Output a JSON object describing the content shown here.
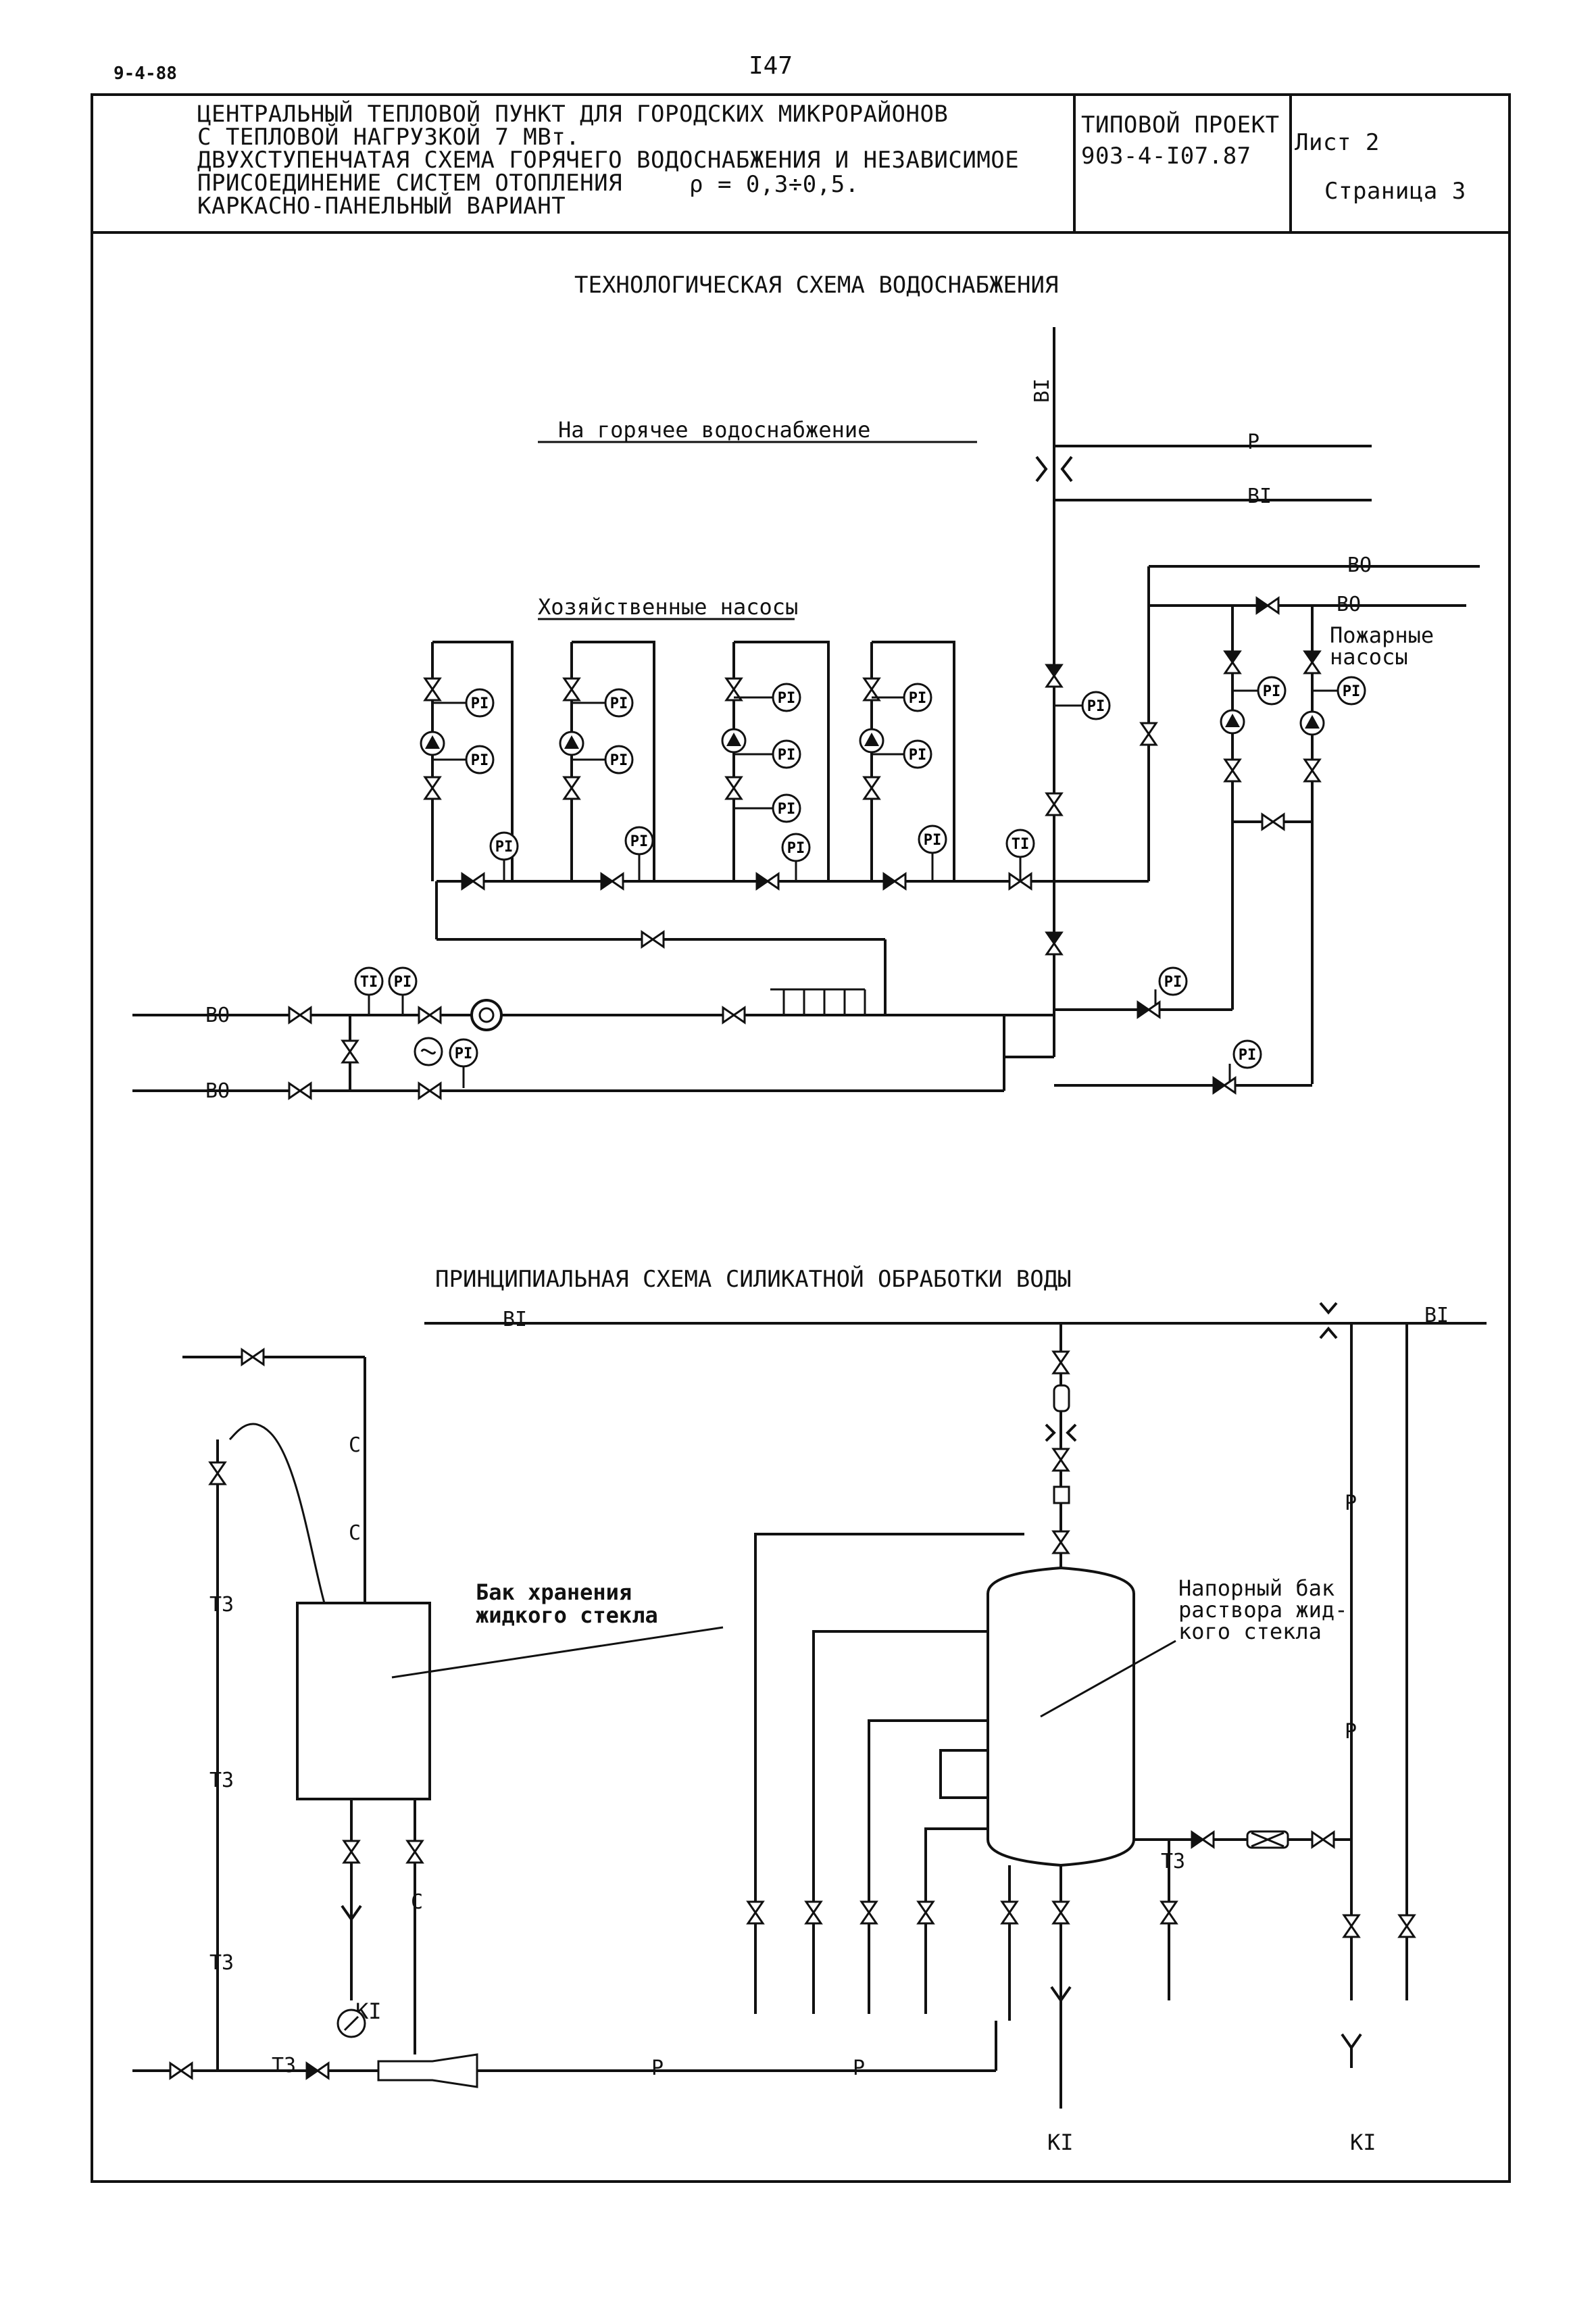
{
  "page": {
    "stamp": "9-4-88",
    "page_number": "I47"
  },
  "title_block": {
    "lines": [
      "ЦЕНТРАЛЬНЫЙ ТЕПЛОВОЙ ПУНКТ ДЛЯ ГОРОДСКИХ МИКРОРАЙОНОВ",
      "С ТЕПЛОВОЙ НАГРУЗКОЙ 7 МВт.",
      "ДВУХСТУПЕНЧАТАЯ СХЕМА ГОРЯЧЕГО ВОДОСНАБЖЕНИЯ И НЕЗАВИСИМОЕ",
      "ПРИСОЕДИНЕНИЕ СИСТЕМ ОТОПЛЕНИЯ",
      "КАРКАСНО-ПАНЕЛЬНЫЙ ВАРИАНТ"
    ],
    "rho_formula": "ρ = 0,3÷0,5.",
    "project_label": "ТИПОВОЙ ПРОЕКТ",
    "project_number": "903-4-I07.87",
    "sheet": "Лист 2",
    "page": "Страница 3"
  },
  "scheme1": {
    "title": "ТЕХНОЛОГИЧЕСКАЯ СХЕМА ВОДОСНАБЖЕНИЯ",
    "hot_water_label": "На горячее водоснабжение",
    "household_pumps": "Хозяйственные насосы",
    "fire_pumps_line1": "Пожарные",
    "fire_pumps_line2": "насосы",
    "pipe_labels": {
      "b1_vertical": "BI",
      "p_top": "P",
      "b1_right": "BI",
      "b0_right_top": "BO",
      "b0_right_second": "BO",
      "b0_left_top": "BO",
      "b0_left_bottom": "BO"
    },
    "gauge_pi": "PI",
    "gauge_ti": "TI"
  },
  "scheme2": {
    "title": "ПРИНЦИПИАЛЬНАЯ СХЕМА СИЛИКАТНОЙ ОБРАБОТКИ ВОДЫ",
    "storage_tank_line1": "Бак хранения",
    "storage_tank_line2": "жидкого стекла",
    "pressure_tank_line1": "Напорный бак",
    "pressure_tank_line2": "раствора жид-",
    "pressure_tank_line3": "кого стекла",
    "pipe_labels": {
      "b1_left": "BI",
      "b1_right": "BI",
      "c_upper": "C",
      "c_middle": "C",
      "c_lower": "C",
      "t3_upper": "T3",
      "t3_middle": "T3",
      "t3_lower": "T3",
      "t3_horizontal": "T3",
      "t3_tank": "T3",
      "p_h1": "P",
      "p_h2": "P",
      "p_v1": "P",
      "p_v2": "P",
      "k1_left": "KI",
      "k1_middle": "KI",
      "k1_right": "KI"
    }
  }
}
